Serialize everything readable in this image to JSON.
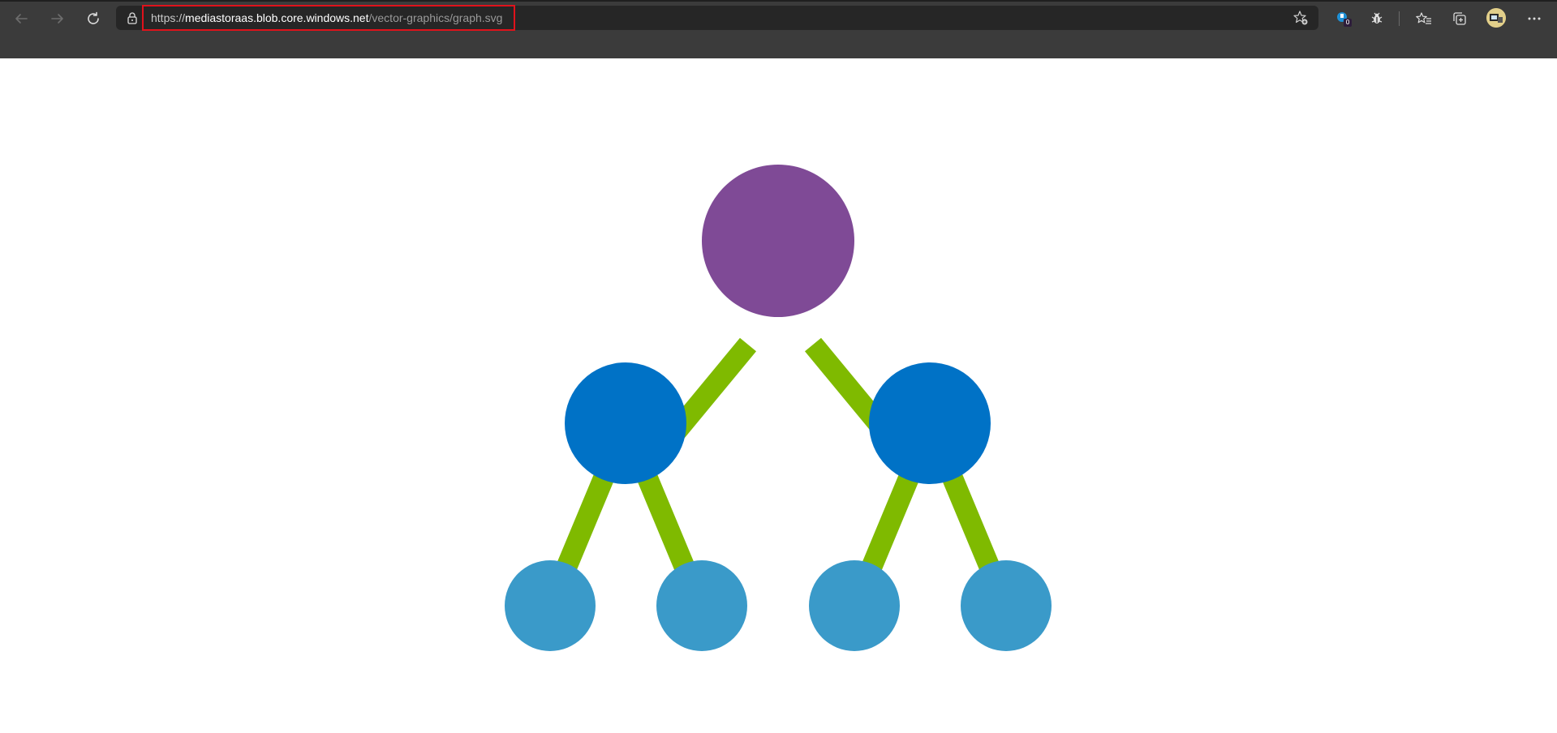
{
  "browser": {
    "url_scheme": "https://",
    "url_host": "mediastoraas.blob.core.windows.net",
    "url_path": "/vector-graphics/graph.svg",
    "extension_badge": "0",
    "icons": [
      "back-arrow-icon",
      "forward-arrow-icon",
      "refresh-icon",
      "lock-icon",
      "add-favorite-icon",
      "extension-icon",
      "bug-extension-icon",
      "favorites-icon",
      "collections-icon",
      "profile-avatar",
      "more-menu-icon"
    ]
  },
  "colors": {
    "root_node": "#7f4a96",
    "mid_node": "#0072c6",
    "leaf_node": "#3a9ac9",
    "edge": "#7fba00",
    "highlight_box": "#e0121b"
  }
}
